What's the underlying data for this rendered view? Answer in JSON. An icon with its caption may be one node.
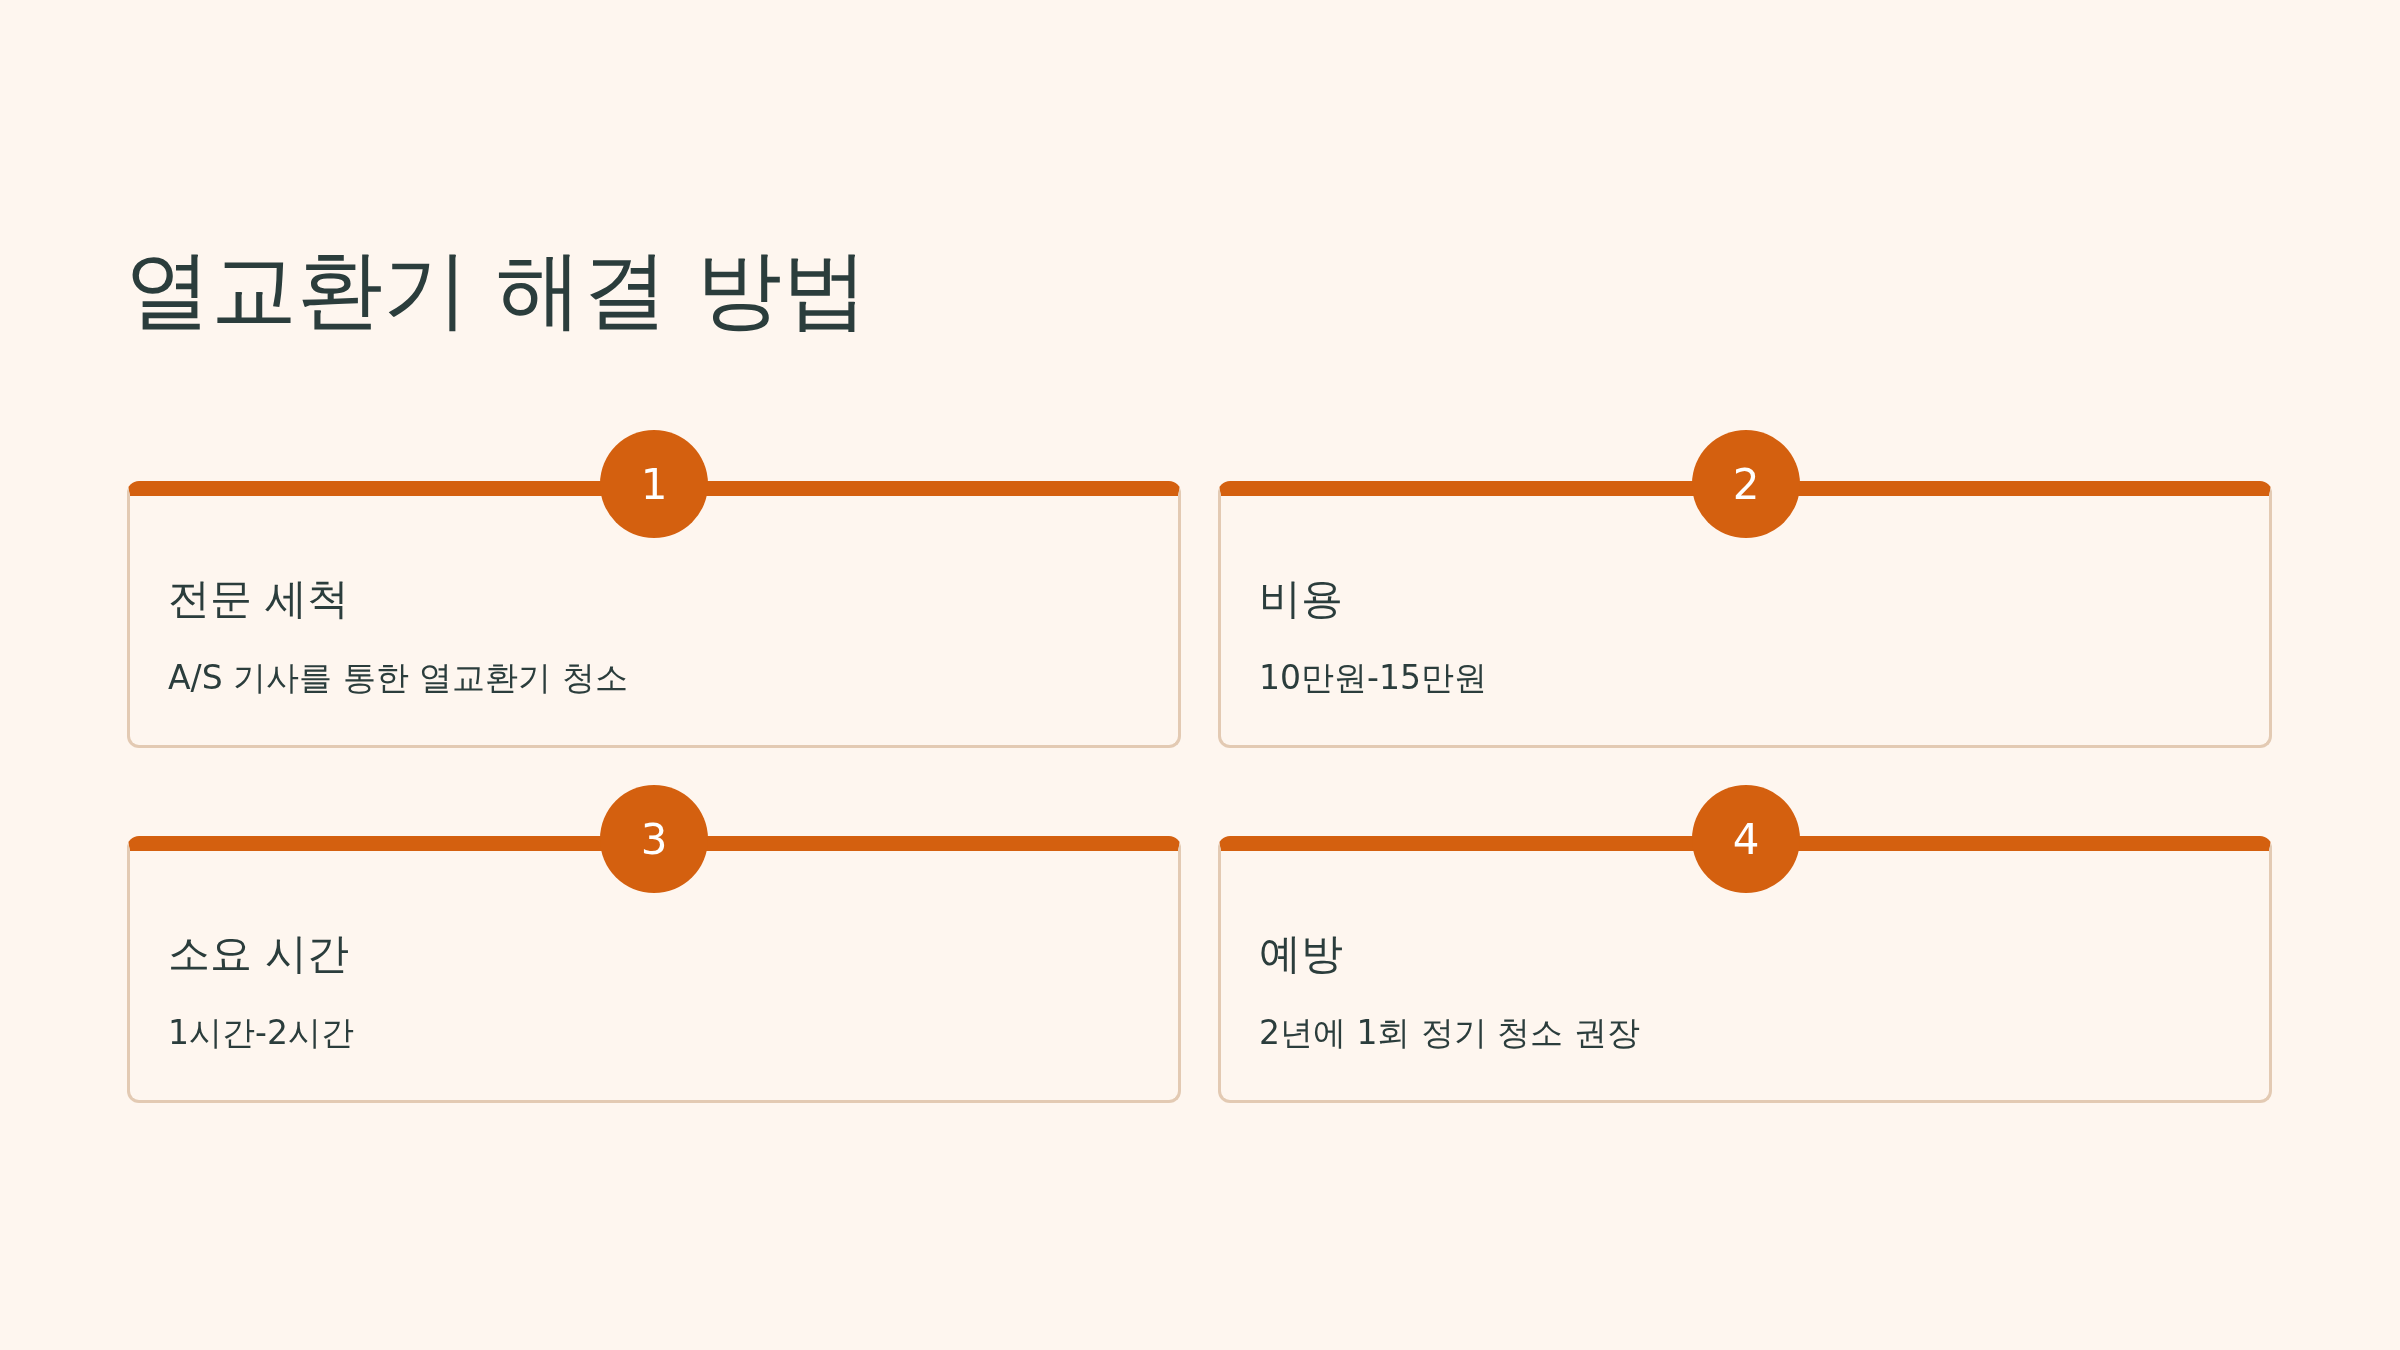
{
  "diagram": {
    "title": "열교환기 해결 방법",
    "nodes": [
      {
        "text": [
          "1"
        ]
      },
      {
        "text": [
          "전문 세척",
          "A/S 기사를 통한 열교환기 청소"
        ]
      },
      {
        "text": [
          "2"
        ]
      },
      {
        "text": [
          "비용",
          "10만원-15만원"
        ]
      },
      {
        "text": [
          "3"
        ]
      },
      {
        "text": [
          "소요 시간",
          "1시간-2시간"
        ]
      },
      {
        "text": [
          "4"
        ]
      },
      {
        "text": [
          "예방",
          "2년에 1회 정기 청소 권장"
        ]
      }
    ]
  }
}
